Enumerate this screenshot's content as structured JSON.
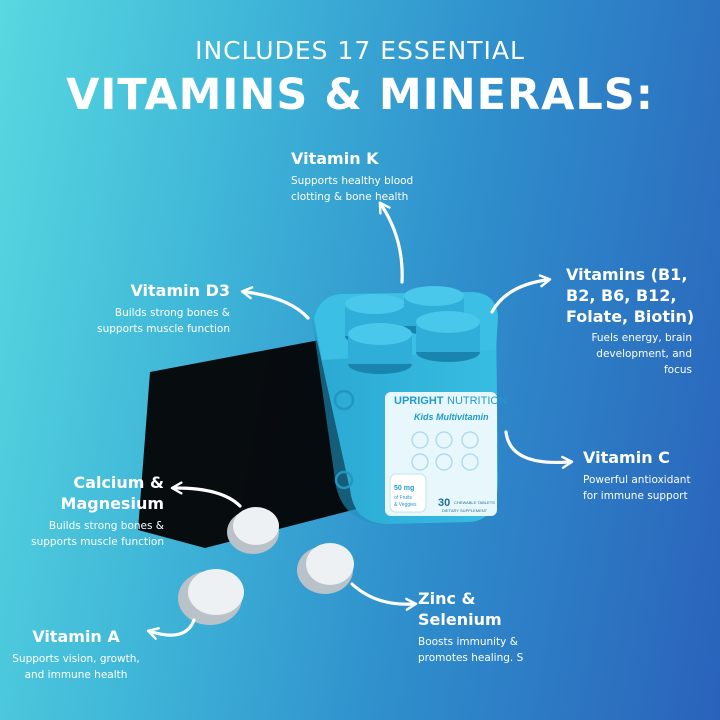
{
  "header": {
    "subtitle": "INCLUDES 17 ESSENTIAL",
    "title": "VITAMINS & MINERALS:"
  },
  "vitamins": {
    "k": {
      "name": "Vitamin K",
      "desc1": "Supports healthy blood",
      "desc2": "clotting & bone health"
    },
    "d3": {
      "name": "Vitamin D3",
      "desc1": "Builds strong bones &",
      "desc2": "supports muscle function"
    },
    "b": {
      "name1": "Vitamins (B1,",
      "name2": "B2, B6, B12,",
      "name3": "Folate, Biotin)",
      "desc1": "Fuels energy, brain",
      "desc2": "development, and",
      "desc3": "focus"
    },
    "c": {
      "name": "Vitamin C",
      "desc1": "Powerful antioxidant",
      "desc2": "for immune support"
    },
    "calcium": {
      "name1": "Calcium &",
      "name2": "Magnesium",
      "desc1": "Builds strong bones &",
      "desc2": "supports muscle function"
    },
    "zinc": {
      "name1": "Zinc &",
      "name2": "Selenium",
      "desc1": "Boosts immunity &",
      "desc2": "promotes healing. S"
    },
    "a": {
      "name": "Vitamin A",
      "desc1": "Supports vision, growth,",
      "desc2": "and immune health"
    }
  },
  "product": {
    "brand_a": "UPRIGHT",
    "brand_b": "NUTRITION",
    "product_name": "Kids Multivitamin",
    "badge_line1": "50 mg",
    "badge_line2": "of Fruits",
    "badge_line3": "& Veggies",
    "count": "30",
    "count_label": "CHEWABLE TABLETS",
    "supplement_label": "DIETARY SUPPLEMENT"
  },
  "colors": {
    "container": "#2fb0d8",
    "container_dark": "#1a8cb5",
    "lid": "#3cc0e6",
    "tablet": "#e9ecef",
    "arrow": "#ffffff"
  }
}
